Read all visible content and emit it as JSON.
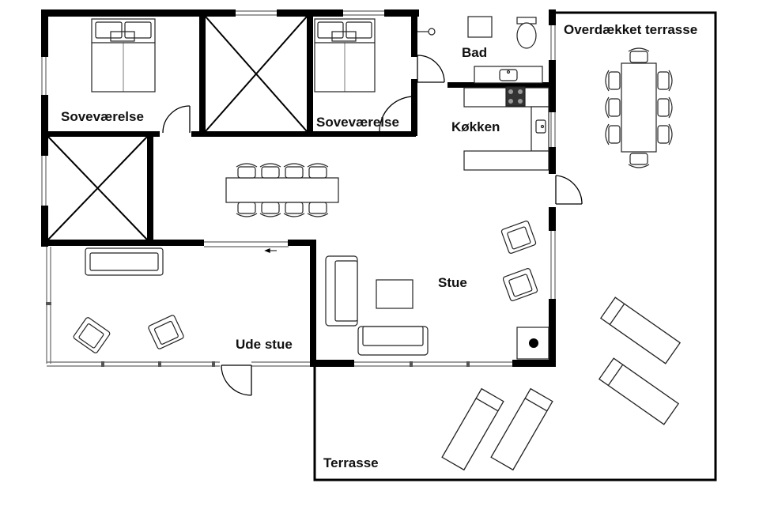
{
  "floorplan": {
    "rooms": {
      "bedroom_left": "Soveværelse",
      "bedroom_right": "Soveværelse",
      "bathroom": "Bad",
      "kitchen": "Køkken",
      "covered_terrace": "Overdækket terrasse",
      "living_room": "Stue",
      "outdoor_living": "Ude stue",
      "terrace": "Terrasse"
    }
  }
}
